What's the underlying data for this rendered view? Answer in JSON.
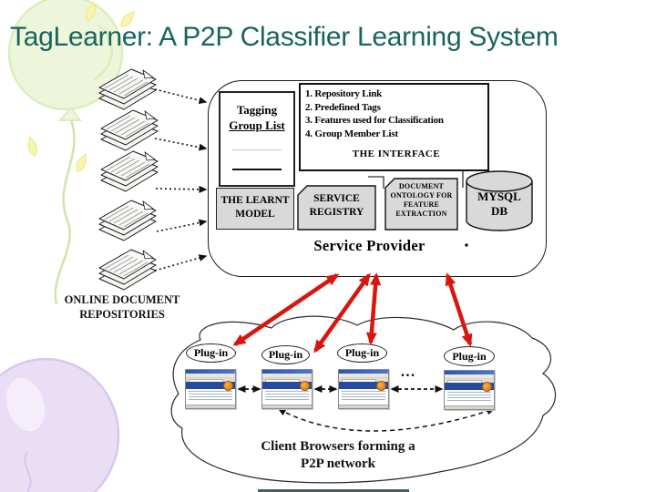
{
  "slide": {
    "title": "TagLearner: A P2P Classifier Learning System"
  },
  "colors": {
    "title_teal": "#17655f",
    "box_gray": "#d9d9d9",
    "arrow_red": "#da150d",
    "balloon_green": "#edf6da",
    "balloon_purple": "#eadef5",
    "sparkle_yellow": "#f8f3ae"
  },
  "repositories": {
    "label_line1": "ONLINE DOCUMENT",
    "label_line2": "REPOSITORIES",
    "stack_count": 5
  },
  "service_provider": {
    "label": "Service Provider",
    "tagging_box": {
      "line1": "Tagging",
      "line2": "Group List"
    },
    "interface_box": {
      "items": [
        "1. Repository Link",
        "2. Predefined Tags",
        "3. Features used for Classification",
        "4. Group Member List"
      ],
      "label": "THE INTERFACE"
    },
    "learnt_model": {
      "line1": "THE LEARNT",
      "line2": "MODEL"
    },
    "service_registry": {
      "line1": "SERVICE",
      "line2": "REGISTRY"
    },
    "document_ontology": {
      "line1": "DOCUMENT",
      "line2": "ONTOLOGY FOR",
      "line3": "FEATURE",
      "line4": "EXTRACTION"
    },
    "mysql_db": {
      "line1": "MYSQL",
      "line2": "DB"
    }
  },
  "p2p_cloud": {
    "plugin_labels": [
      "Plug-in",
      "Plug-in",
      "Plug-in",
      "Plug-in"
    ],
    "ellipsis": "...",
    "caption_line1": "Client Browsers forming a",
    "caption_line2": "P2P network"
  }
}
